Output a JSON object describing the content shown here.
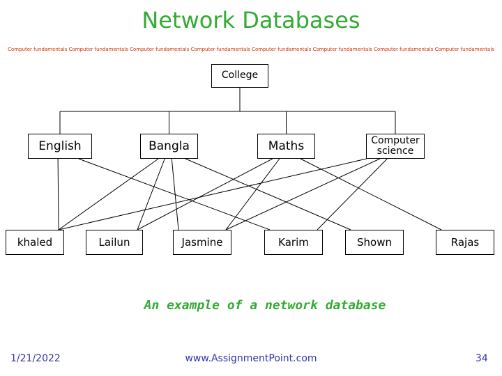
{
  "slide": {
    "title": "Network Databases",
    "banner": "Computer fundamentals Computer fundamentals Computer fundamentals Computer fundamentals Computer fundamentals Computer fundamentals Computer fundamentals Computer fundamentals",
    "caption": "An example of a network database",
    "date": "1/21/2022",
    "website": "www.AssignmentPoint.com",
    "page_number": "34"
  },
  "colors": {
    "title": "#33aa33",
    "banner": "#cc3300",
    "footer": "#3333aa",
    "lines": "#000000"
  },
  "diagram": {
    "root": "College",
    "departments": [
      "English",
      "Bangla",
      "Maths",
      "Computer science"
    ],
    "students": [
      "khaled",
      "Lailun",
      "Jasmine",
      "Karim",
      "Shown",
      "Rajas"
    ],
    "links": [
      [
        "English",
        "khaled"
      ],
      [
        "English",
        "Karim"
      ],
      [
        "Bangla",
        "Lailun"
      ],
      [
        "Bangla",
        "Shown"
      ],
      [
        "Bangla",
        "Jasmine"
      ],
      [
        "Bangla",
        "khaled"
      ],
      [
        "Maths",
        "Lailun"
      ],
      [
        "Maths",
        "Jasmine"
      ],
      [
        "Maths",
        "Rajas"
      ],
      [
        "Computer science",
        "khaled"
      ],
      [
        "Computer science",
        "Jasmine"
      ],
      [
        "Computer science",
        "Karim"
      ]
    ]
  }
}
